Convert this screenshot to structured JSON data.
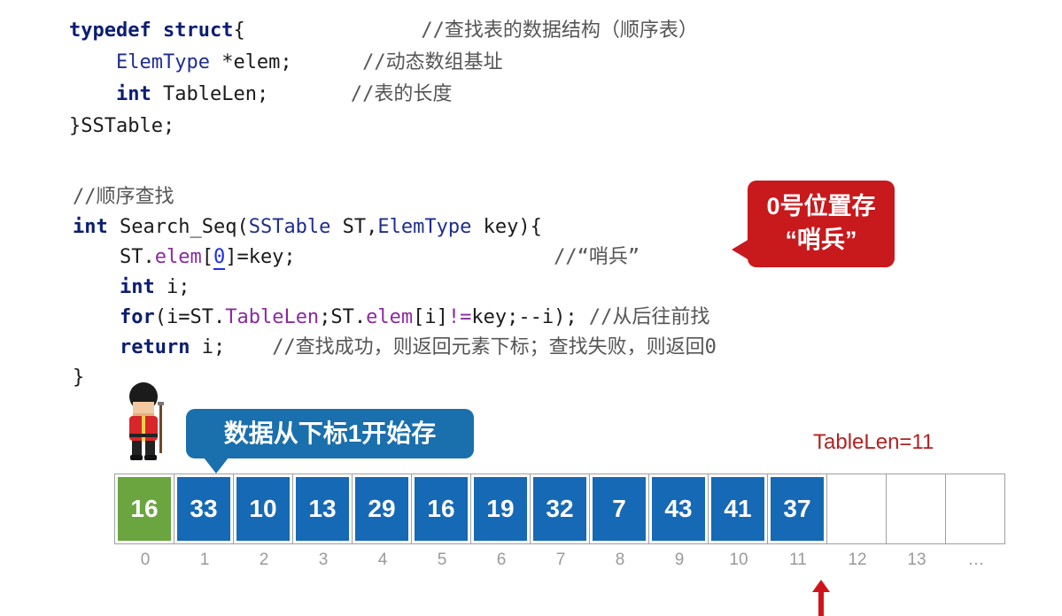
{
  "code": {
    "struct_lines": [
      [
        {
          "t": "typedef struct",
          "c": "kw"
        },
        {
          "t": "{",
          "c": ""
        },
        {
          "t": "               //查找表的数据结构（顺序表）",
          "c": "cm"
        }
      ],
      [
        {
          "t": "    ",
          "c": ""
        },
        {
          "t": "ElemType",
          "c": "ty"
        },
        {
          "t": " *elem;      ",
          "c": ""
        },
        {
          "t": "//动态数组基址",
          "c": "cm"
        }
      ],
      [
        {
          "t": "    ",
          "c": ""
        },
        {
          "t": "int",
          "c": "kw"
        },
        {
          "t": " TableLen;       ",
          "c": ""
        },
        {
          "t": "//表的长度",
          "c": "cm"
        }
      ],
      [
        {
          "t": "}SSTable;",
          "c": ""
        }
      ]
    ],
    "func_lines": [
      [
        {
          "t": "//顺序查找",
          "c": "cm"
        }
      ],
      [
        {
          "t": "int",
          "c": "kw"
        },
        {
          "t": " Search_Seq(",
          "c": ""
        },
        {
          "t": "SSTable",
          "c": "ty"
        },
        {
          "t": " ST,",
          "c": ""
        },
        {
          "t": "ElemType",
          "c": "ty"
        },
        {
          "t": " key){",
          "c": ""
        }
      ],
      [
        {
          "t": "    ST.",
          "c": ""
        },
        {
          "t": "elem",
          "c": "pu"
        },
        {
          "t": "[",
          "c": ""
        },
        {
          "t": "0",
          "c": "nu"
        },
        {
          "t": "]=key;                      ",
          "c": ""
        },
        {
          "t": "//“哨兵”",
          "c": "cm"
        }
      ],
      [
        {
          "t": "    ",
          "c": ""
        },
        {
          "t": "int",
          "c": "kw"
        },
        {
          "t": " i;",
          "c": ""
        }
      ],
      [
        {
          "t": "    ",
          "c": ""
        },
        {
          "t": "for",
          "c": "kw"
        },
        {
          "t": "(i=ST.",
          "c": ""
        },
        {
          "t": "TableLen",
          "c": "pu"
        },
        {
          "t": ";ST.",
          "c": ""
        },
        {
          "t": "elem",
          "c": "pu"
        },
        {
          "t": "[i]",
          "c": ""
        },
        {
          "t": "!=",
          "c": "pu"
        },
        {
          "t": "key;--i); ",
          "c": ""
        },
        {
          "t": "//从后往前找",
          "c": "cm"
        }
      ],
      [
        {
          "t": "    ",
          "c": ""
        },
        {
          "t": "return",
          "c": "kw"
        },
        {
          "t": " i;    ",
          "c": ""
        },
        {
          "t": "//查找成功，则返回元素下标；查找失败，则返回0",
          "c": "cm"
        }
      ],
      [
        {
          "t": "}",
          "c": ""
        }
      ]
    ]
  },
  "callouts": {
    "sentinel_line1": "0号位置存",
    "sentinel_line2": "“哨兵”",
    "start_index": "数据从下标1开始存"
  },
  "table_len_label": "TableLen=11",
  "array": {
    "cells": [
      {
        "value": "16",
        "style": "green"
      },
      {
        "value": "33",
        "style": "blue"
      },
      {
        "value": "10",
        "style": "blue"
      },
      {
        "value": "13",
        "style": "blue"
      },
      {
        "value": "29",
        "style": "blue"
      },
      {
        "value": "16",
        "style": "blue"
      },
      {
        "value": "19",
        "style": "blue"
      },
      {
        "value": "32",
        "style": "blue"
      },
      {
        "value": "7",
        "style": "blue"
      },
      {
        "value": "43",
        "style": "blue"
      },
      {
        "value": "41",
        "style": "blue"
      },
      {
        "value": "37",
        "style": "blue"
      },
      {
        "value": "",
        "style": "empty"
      },
      {
        "value": "",
        "style": "empty"
      },
      {
        "value": "",
        "style": "empty"
      }
    ],
    "indices": [
      "0",
      "1",
      "2",
      "3",
      "4",
      "5",
      "6",
      "7",
      "8",
      "9",
      "10",
      "11",
      "12",
      "13",
      "…"
    ]
  },
  "colors": {
    "sentinel": "#6aa540",
    "element": "#1669b4",
    "red_callout": "#c8191c",
    "blue_callout": "#1a6fad",
    "pointer_arrow": "#d0141b"
  },
  "icons": {
    "guard": "sentinel-guard-icon",
    "pointer": "up-arrow-icon"
  }
}
